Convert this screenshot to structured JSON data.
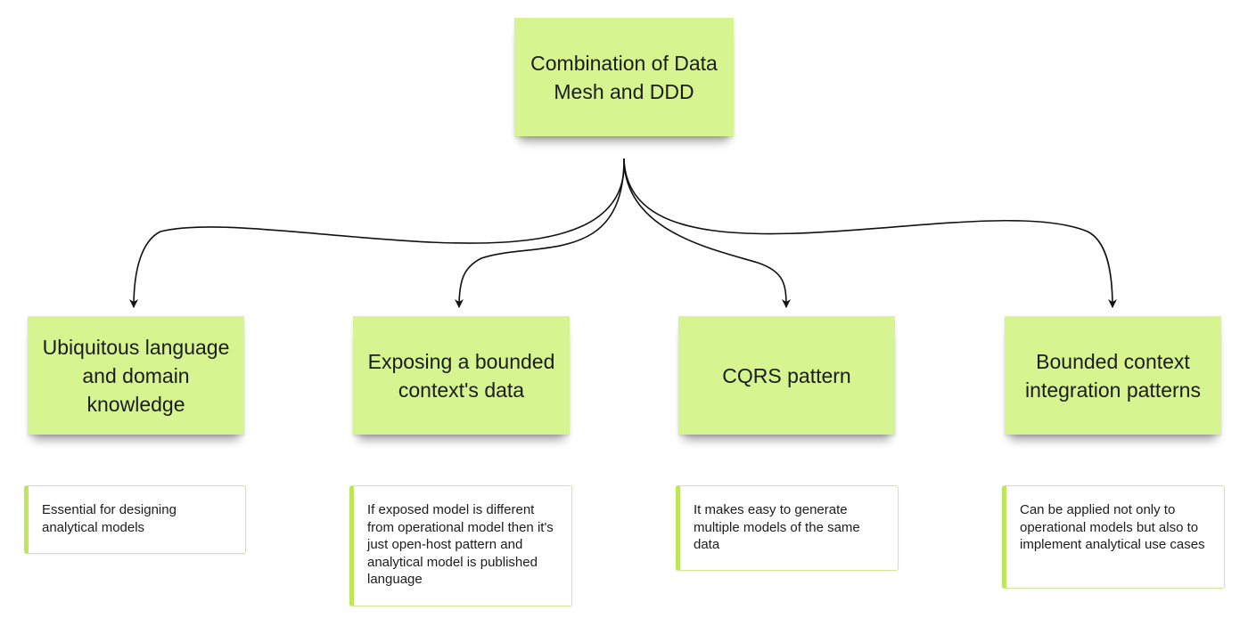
{
  "root": {
    "title": "Combination of Data Mesh and DDD"
  },
  "topics": [
    {
      "title": "Ubiquitous language and domain knowledge",
      "description": "Essential for designing analytical models"
    },
    {
      "title": "Exposing a bounded context's data",
      "description": "If exposed model is different from operational model then it's just open-host pattern and analytical model is published language"
    },
    {
      "title": "CQRS pattern",
      "description": "It makes easy to generate multiple models of the same data"
    },
    {
      "title": "Bounded context integration patterns",
      "description": "Can be applied not only to operational models but also to implement analytical use cases"
    }
  ],
  "colors": {
    "sticky_fill": "#d6f48f",
    "card_accent": "#bfe55a",
    "connector": "#111111"
  }
}
